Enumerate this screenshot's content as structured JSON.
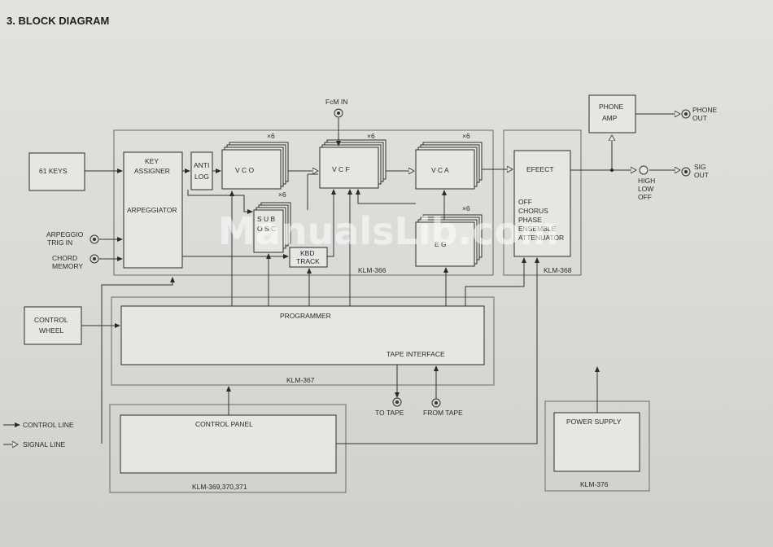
{
  "title": "3. BLOCK DIAGRAM",
  "watermark": "ManualsLib.com",
  "blocks": {
    "keys": "61 KEYS",
    "key_assigner_1": "KEY",
    "key_assigner_2": "ASSIGNER",
    "arpeggiator": "ARPEGGIATOR",
    "antilog_1": "ANTI",
    "antilog_2": "LOG",
    "vco": "V C O",
    "vcf": "V C F",
    "vca": "V C A",
    "sub_osc_1": "S U B",
    "sub_osc_2": "O S C",
    "eg": "E G",
    "kbd_track_1": "KBD",
    "kbd_track_2": "TRACK",
    "effect": "EFEECT",
    "effect_opts": [
      "OFF",
      "CHORUS",
      "PHASE",
      "ENSEMBLE",
      "ATTENUATOR"
    ],
    "phone_amp_1": "PHONE",
    "phone_amp_2": "AMP",
    "control_wheel_1": "CONTROL",
    "control_wheel_2": "WHEEL",
    "programmer": "PROGRAMMER",
    "tape_interface": "TAPE INTERFACE",
    "control_panel": "CONTROL PANEL",
    "power_supply": "POWER SUPPLY"
  },
  "multipliers": {
    "vco": "×6",
    "vcf": "×6",
    "vca": "×6",
    "sub_osc": "×6",
    "eg": "×6"
  },
  "io": {
    "fcm_in": "FcM IN",
    "arpeggio_1": "ARPEGGIO",
    "arpeggio_2": "TRIG IN",
    "chord_1": "CHORD",
    "chord_2": "MEMORY",
    "phone_out_1": "PHONE",
    "phone_out_2": "OUT",
    "sig_out_1": "SIG",
    "sig_out_2": "OUT",
    "switch_high": "HIGH",
    "switch_low": "LOW",
    "switch_off": "OFF",
    "to_tape": "TO TAPE",
    "from_tape": "FROM TAPE"
  },
  "boards": {
    "klm366": "KLM-366",
    "klm367": "KLM-367",
    "klm368": "KLM-368",
    "klm369": "KLM-369,370,371",
    "klm376": "KLM-376"
  },
  "legend": {
    "control": "CONTROL LINE",
    "signal": "SIGNAL LINE"
  }
}
